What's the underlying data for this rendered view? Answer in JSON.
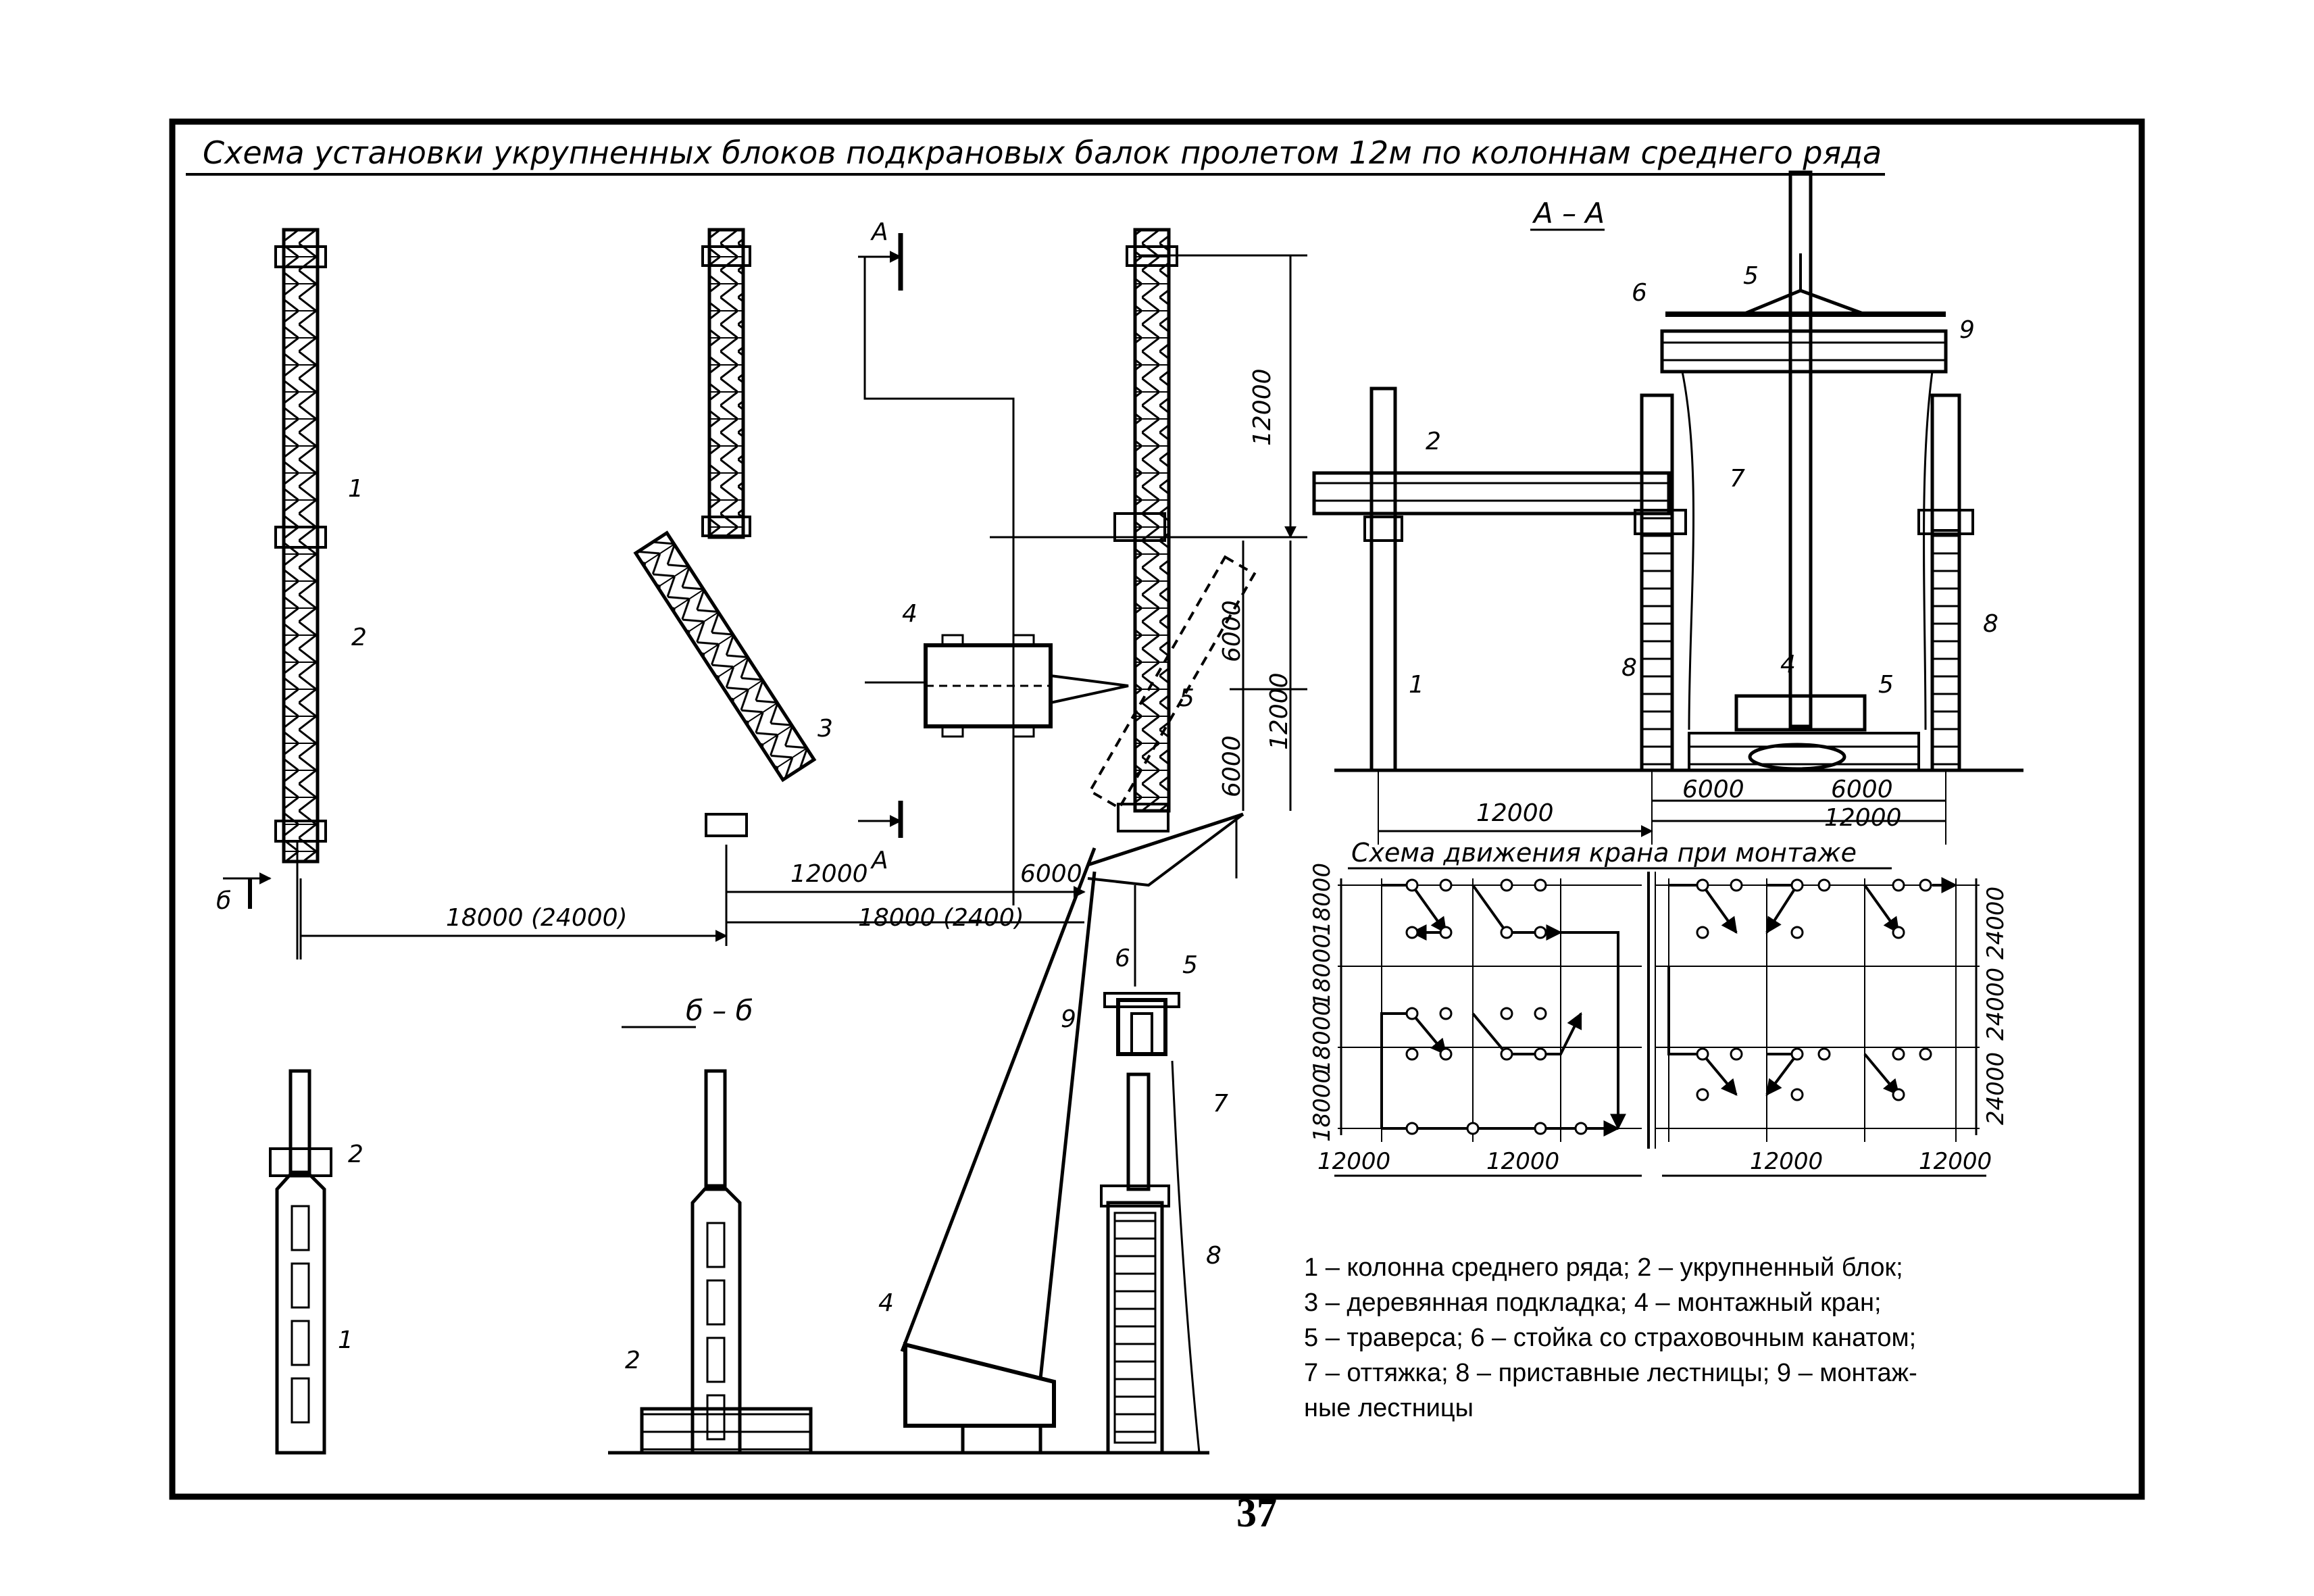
{
  "title": "Схема установки укрупненных блоков подкрановых балок пролетом 12м по колоннам среднего ряда",
  "plan": {
    "dims": [
      "12000",
      "6000",
      "12000",
      "6000",
      "6000",
      "18000 (24000)",
      "18000 (2400)"
    ],
    "section_labels": [
      "А",
      "А",
      "б"
    ],
    "callouts": [
      "1",
      "2",
      "3",
      "4",
      "5"
    ]
  },
  "section_aa": {
    "title": "А – А",
    "dims": [
      "12000",
      "6000",
      "6000",
      "12000"
    ],
    "callouts": [
      "1",
      "2",
      "4",
      "5",
      "5",
      "6",
      "7",
      "8",
      "8",
      "9"
    ]
  },
  "section_bb": {
    "title": "б – б",
    "callouts": [
      "1",
      "2",
      "2",
      "4",
      "5",
      "6",
      "7",
      "8",
      "9"
    ]
  },
  "crane_scheme": {
    "title": "Схема движения крана при монтаже",
    "dims_left": [
      "18000",
      "18000",
      "18000",
      "18000"
    ],
    "dims_right": [
      "24000",
      "24000",
      "24000"
    ],
    "dims_bottom": [
      "12000",
      "12000",
      "12000",
      "12000"
    ]
  },
  "legend": [
    "1 – колонна среднего ряда; 2 – укрупненный блок;",
    "3 – деревянная подкладка; 4 – монтажный кран;",
    "5 – траверса; 6 – стойка со страховочным канатом;",
    "7 – оттяжка; 8 – приставные лестницы; 9 – монтаж-",
    "ные лестницы"
  ],
  "page_number": "37"
}
